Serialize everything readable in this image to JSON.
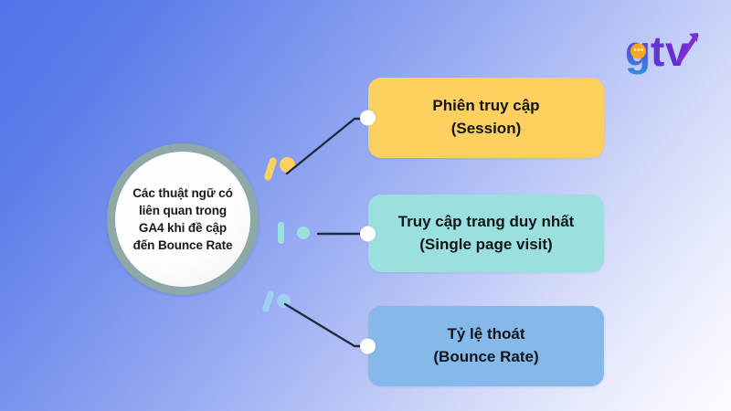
{
  "graphic": {
    "background_gradient_from": "#5174e9",
    "background_gradient_to": "#fbfcff"
  },
  "hub": {
    "text": "Các thuật ngữ có\nliên quan trong\nGA4 khi đề cập\nđến Bounce Rate",
    "ring_color": "#8ea7a7",
    "fill_color": "#ffffff"
  },
  "cards": [
    {
      "id": "session",
      "title": "Phiên truy cập",
      "subtitle": "(Session)",
      "text": "Phiên truy cập\n(Session)",
      "color": "#fbd05f"
    },
    {
      "id": "single-page-visit",
      "title": "Truy cập trang duy nhất",
      "subtitle": "(Single page visit)",
      "text": "Truy cập trang duy nhất\n(Single page visit)",
      "color": "#9ae0de"
    },
    {
      "id": "bounce-rate",
      "title": "Tỷ lệ thoát",
      "subtitle": "(Bounce Rate)",
      "text": "Tỷ lệ thoát\n(Bounce Rate)",
      "color": "#85b9ea"
    }
  ],
  "accents": [
    {
      "name": "yellow-dash",
      "color": "#fbd05f"
    },
    {
      "name": "yellow-dot",
      "color": "#fbd05f"
    },
    {
      "name": "teal-dash",
      "color": "#9ae0de"
    },
    {
      "name": "teal-dot",
      "color": "#9ae0de"
    },
    {
      "name": "blue-dash",
      "color": "#9fd0f2"
    },
    {
      "name": "blue-dot",
      "color": "#9fd0f2"
    }
  ],
  "connector": {
    "color": "#222a42"
  },
  "logo": {
    "text": "gtv",
    "letter_g": "g",
    "letter_t": "t",
    "letter_v": "v",
    "primary_color": "#6b2fd4",
    "secondary_color": "#2f8fd8",
    "accent_color": "#f5a623"
  }
}
